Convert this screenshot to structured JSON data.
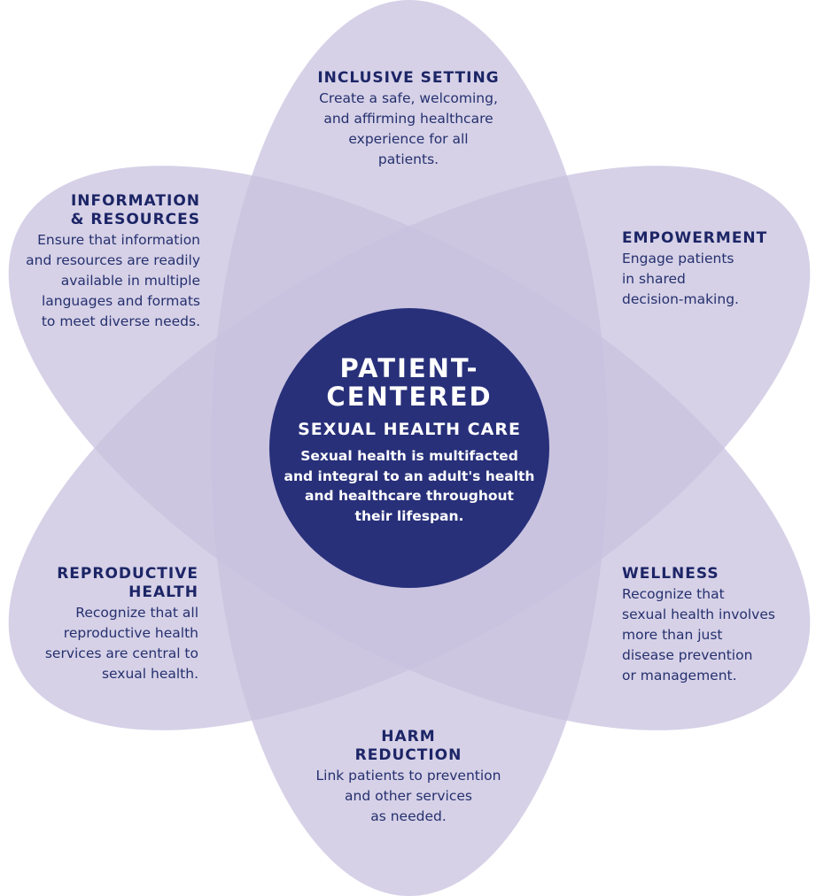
{
  "colors": {
    "petal": "#c8c1df",
    "petal_opacity": 0.75,
    "center": "#28307a",
    "title_text": "#1c2566",
    "body_text": "#25306e",
    "center_text": "#ffffff"
  },
  "center": {
    "title_lines": [
      "PATIENT-",
      "CENTERED"
    ],
    "subtitle": "SEXUAL HEALTH CARE",
    "body_lines": [
      "Sexual health is multifacted",
      "and integral to an adult's health",
      "and healthcare throughout",
      "their lifespan."
    ]
  },
  "petals": [
    {
      "id": "inclusive-setting",
      "title_lines": [
        "INCLUSIVE SETTING"
      ],
      "desc_lines": [
        "Create a safe, welcoming,",
        "and affirming healthcare",
        "experience for all",
        "patients."
      ]
    },
    {
      "id": "information-resources",
      "title_lines": [
        "INFORMATION",
        "& RESOURCES"
      ],
      "desc_lines": [
        "Ensure that information",
        "and resources are readily",
        "available in multiple",
        "languages and formats",
        "to meet diverse needs."
      ]
    },
    {
      "id": "empowerment",
      "title_lines": [
        "EMPOWERMENT"
      ],
      "desc_lines": [
        "Engage patients",
        "in shared",
        "decision-making."
      ]
    },
    {
      "id": "reproductive-health",
      "title_lines": [
        "REPRODUCTIVE",
        "HEALTH"
      ],
      "desc_lines": [
        "Recognize that all",
        "reproductive health",
        "services are central to",
        "sexual health."
      ]
    },
    {
      "id": "wellness",
      "title_lines": [
        "WELLNESS"
      ],
      "desc_lines": [
        "Recognize that",
        "sexual health involves",
        "more than just",
        "disease prevention",
        "or management."
      ]
    },
    {
      "id": "harm-reduction",
      "title_lines": [
        "HARM",
        "REDUCTION"
      ],
      "desc_lines": [
        "Link patients to prevention",
        "and other services",
        "as needed."
      ]
    }
  ]
}
